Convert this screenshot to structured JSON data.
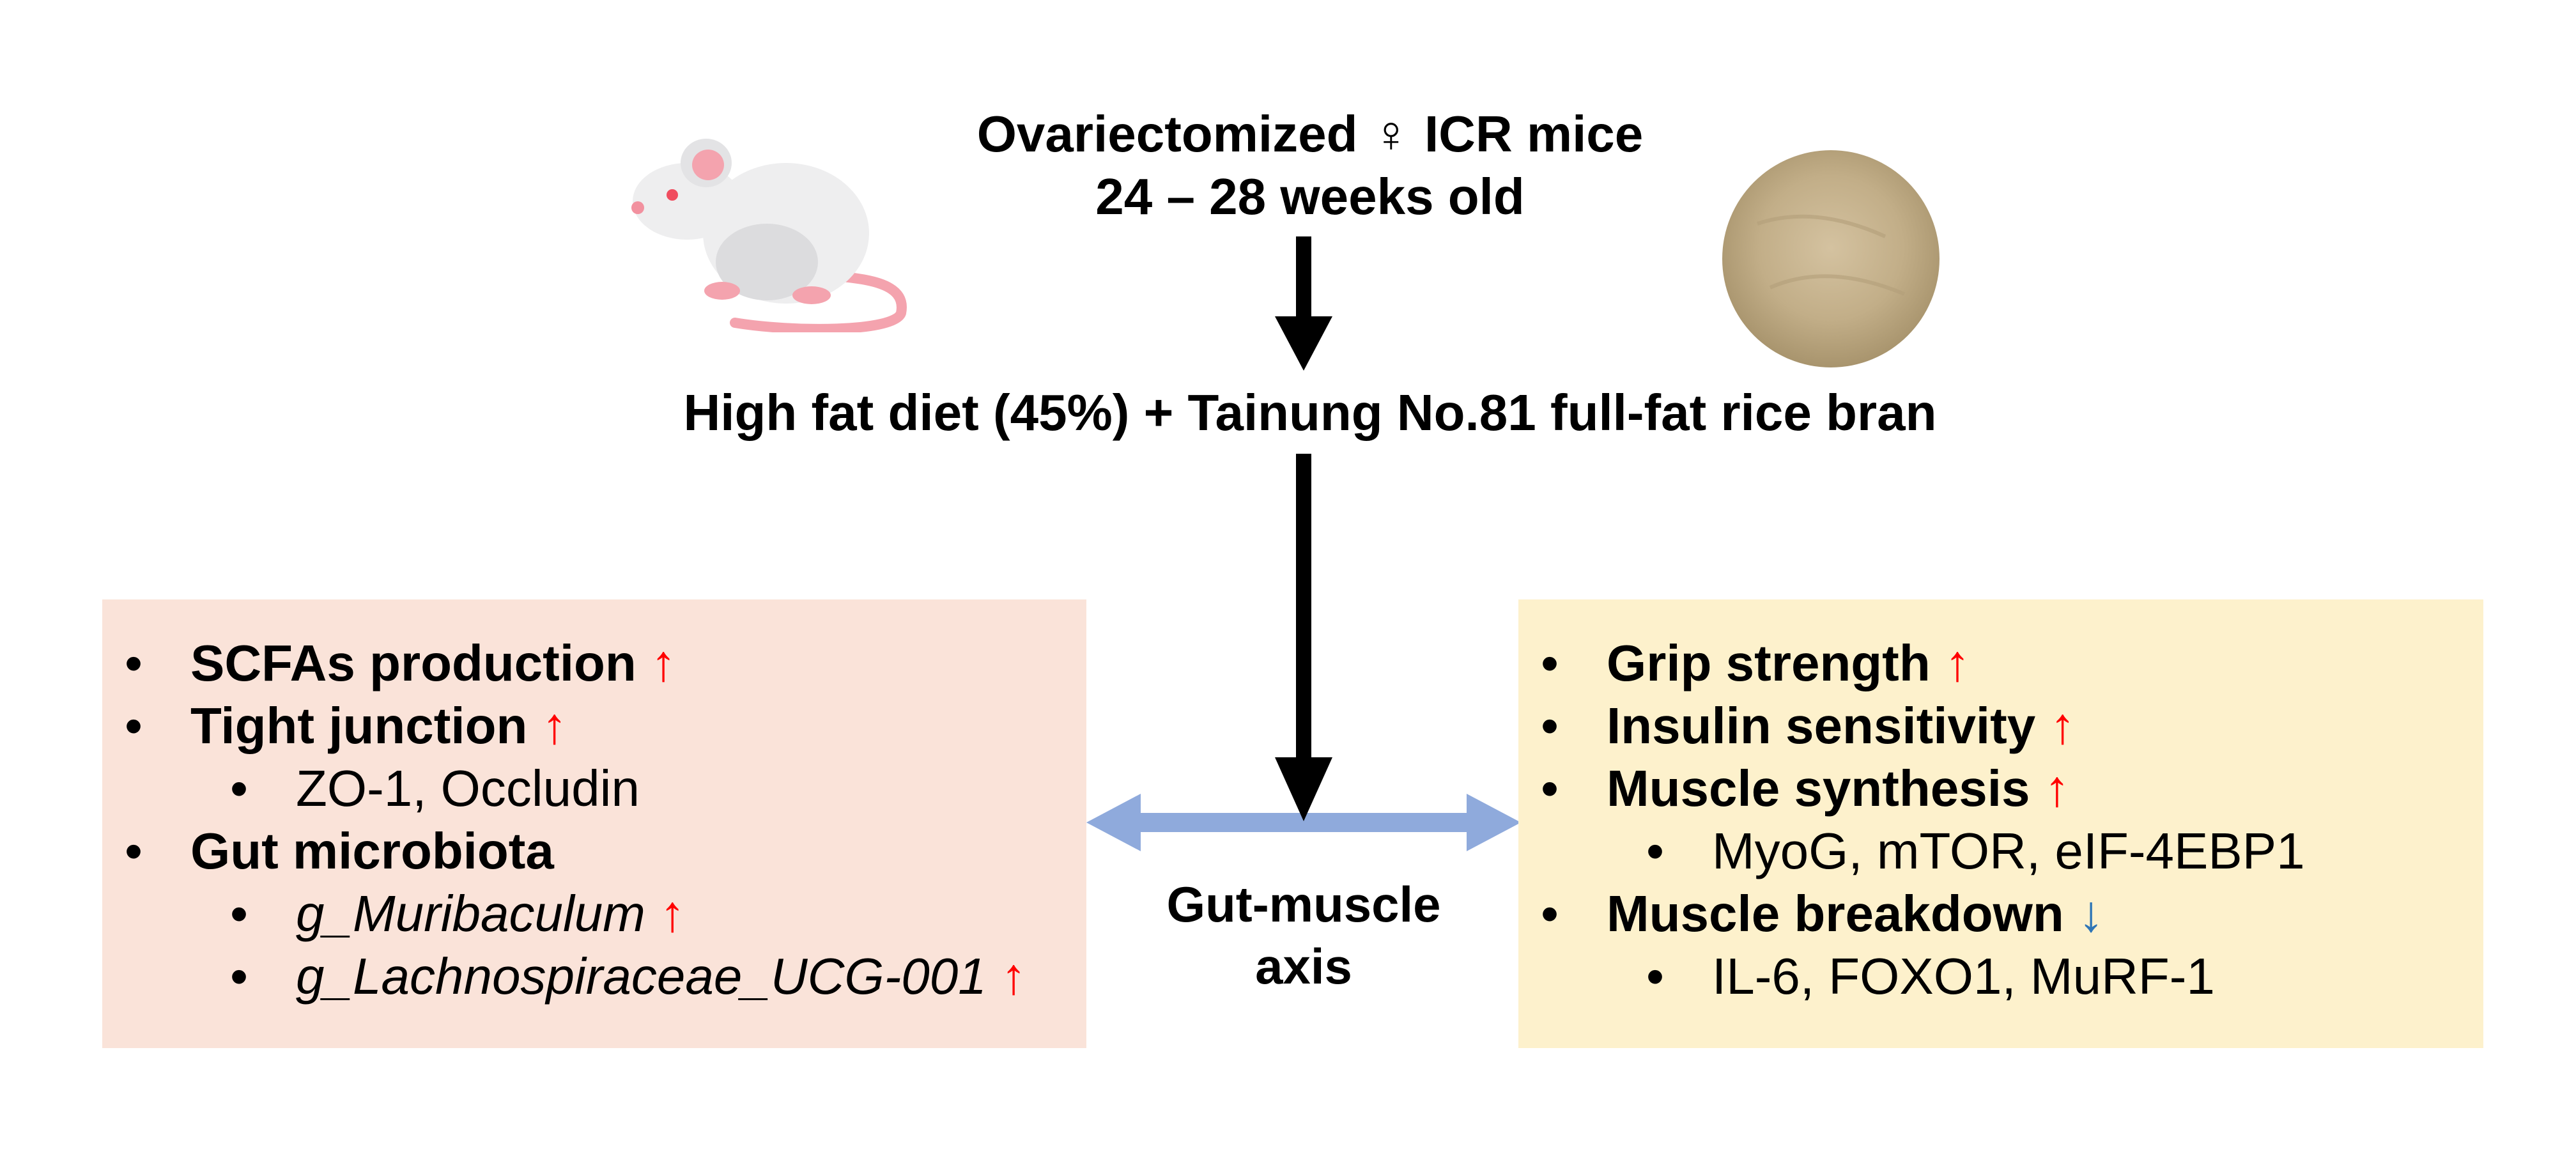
{
  "header": {
    "title_line1": "Ovariectomized ♀ ICR mice",
    "title_line2": "24 – 28 weeks old",
    "diet": "High fat diet (45%) + Tainung No.81 full-fat rice bran"
  },
  "axis_label": {
    "line1": "Gut-muscle",
    "line2": "axis"
  },
  "bullet": "•",
  "arrow_up": "↑",
  "arrow_down": "↓",
  "left_panel": {
    "item1": "SCFAs production",
    "item2": "Tight junction",
    "item2_sub1": "ZO-1, Occludin",
    "item3": "Gut microbiota",
    "item3_sub1": "g_Muribaculum",
    "item3_sub2": "g_Lachnospiraceae_UCG-001"
  },
  "right_panel": {
    "item1": "Grip strength",
    "item2": "Insulin sensitivity",
    "item3": "Muscle synthesis",
    "item3_sub1": "MyoG, mTOR, eIF-4EBP1",
    "item4": "Muscle breakdown",
    "item4_sub1": "IL-6, FOXO1, MuRF-1"
  },
  "colors": {
    "left_panel_bg": "#fae3d9",
    "right_panel_bg": "#fdf1cc",
    "up_arrow": "#ff0000",
    "down_arrow": "#2e75b6",
    "double_arrow": "#8faadc"
  },
  "icons": [
    "mouse-icon",
    "rice-bran-powder-icon"
  ]
}
